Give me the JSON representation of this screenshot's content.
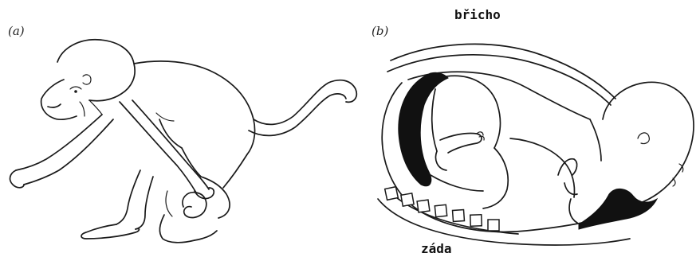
{
  "figure": {
    "panel_a": {
      "label": "(a)"
    },
    "panel_b": {
      "label": "(b)",
      "top_label": "břicho",
      "bottom_label": "záda"
    }
  }
}
